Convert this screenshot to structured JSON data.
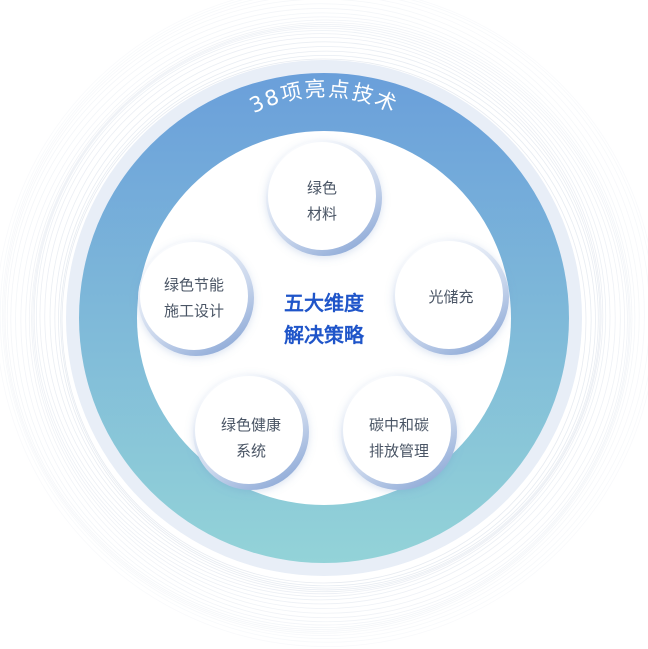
{
  "diagram": {
    "ring_title": "38项亮点技术",
    "center": {
      "line1": "五大维度",
      "line2": "解决策略"
    },
    "nodes": [
      {
        "id": "green-materials",
        "lines": [
          "绿色",
          "材料"
        ]
      },
      {
        "id": "pv-storage-charging",
        "lines": [
          "光储充"
        ]
      },
      {
        "id": "carbon-neutral-management",
        "lines": [
          "碳中和碳",
          "排放管理"
        ]
      },
      {
        "id": "green-health-system",
        "lines": [
          "绿色健康",
          "系统"
        ]
      },
      {
        "id": "green-energy-construction-design",
        "lines": [
          "绿色节能",
          "施工设计"
        ]
      }
    ],
    "colors": {
      "ring_top": "#6a9fda",
      "ring_bottom": "#93d3d8",
      "outer_band": "#e8eef7",
      "center_text": "#1f55c9",
      "node_text": "#4a5565",
      "node_rim": "#9fb6dd"
    }
  }
}
